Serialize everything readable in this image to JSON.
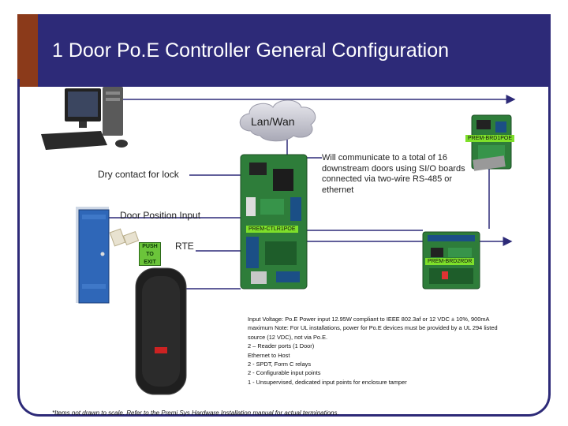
{
  "title": "1 Door Po.E Controller General Configuration",
  "cloud_label": "Lan/Wan",
  "labels": {
    "dry_contact": "Dry contact for lock",
    "door_position": "Door Position Input",
    "rte": "RTE",
    "downstream_note": "Will communicate to a total of 16 downstream doors using SI/O boards connected via two-wire RS-485 or ethernet"
  },
  "boards": {
    "brd1": "PREM-BRD1POE",
    "ctlr": "PREM-CTLR1POE",
    "brd2": "PREM-BRD2RDR"
  },
  "push_exit": [
    "PUSH",
    "TO",
    "EXIT"
  ],
  "specs": [
    "Input Voltage: Po.E Power input 12.95W compliant to IEEE 802.3af or 12 VDC ± 10%, 900mA maximum Note: For UL installations, power for Po.E devices must be provided by a UL 294 listed source (12 VDC), not via Po.E.",
    "2 – Reader ports (1 Door)",
    "Ethernet to Host",
    "2 - SPDT, Form C relays",
    "2 - Configurable input points",
    "1 - Unsupervised, dedicated input points for enclosure tamper"
  ],
  "footnote": "*Items not drawn to scale. Refer to the Premi.Sys Hardware Installation manual for actual terminations.",
  "colors": {
    "title_bar": "#2d2a78",
    "title_accent": "#8b3a1a",
    "board_tag": "#7ee02a",
    "door": "#2f67b8",
    "board_pcb": "#2e7d3a"
  }
}
